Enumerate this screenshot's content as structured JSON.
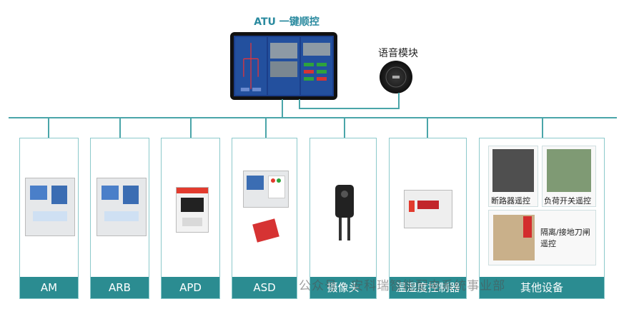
{
  "atu_title": "ATU 一键顺控",
  "voice_module": "语音模块",
  "devices": [
    {
      "label": "AM"
    },
    {
      "label": "ARB"
    },
    {
      "label": "APD"
    },
    {
      "label": "ASD"
    },
    {
      "label": "摄像头"
    },
    {
      "label": "温湿度控制器"
    },
    {
      "label": "其他设备"
    }
  ],
  "other_devices": {
    "breaker": "断路器遥控",
    "load_switch": "负荷开关遥控",
    "isolator": "隔离/接地刀闸遥控"
  },
  "watermark": "公众号 · 安科瑞智能配电系统事业部",
  "colors": {
    "accent": "#2b8c91",
    "line": "#4aa5a9",
    "title": "#2a8a9f"
  }
}
